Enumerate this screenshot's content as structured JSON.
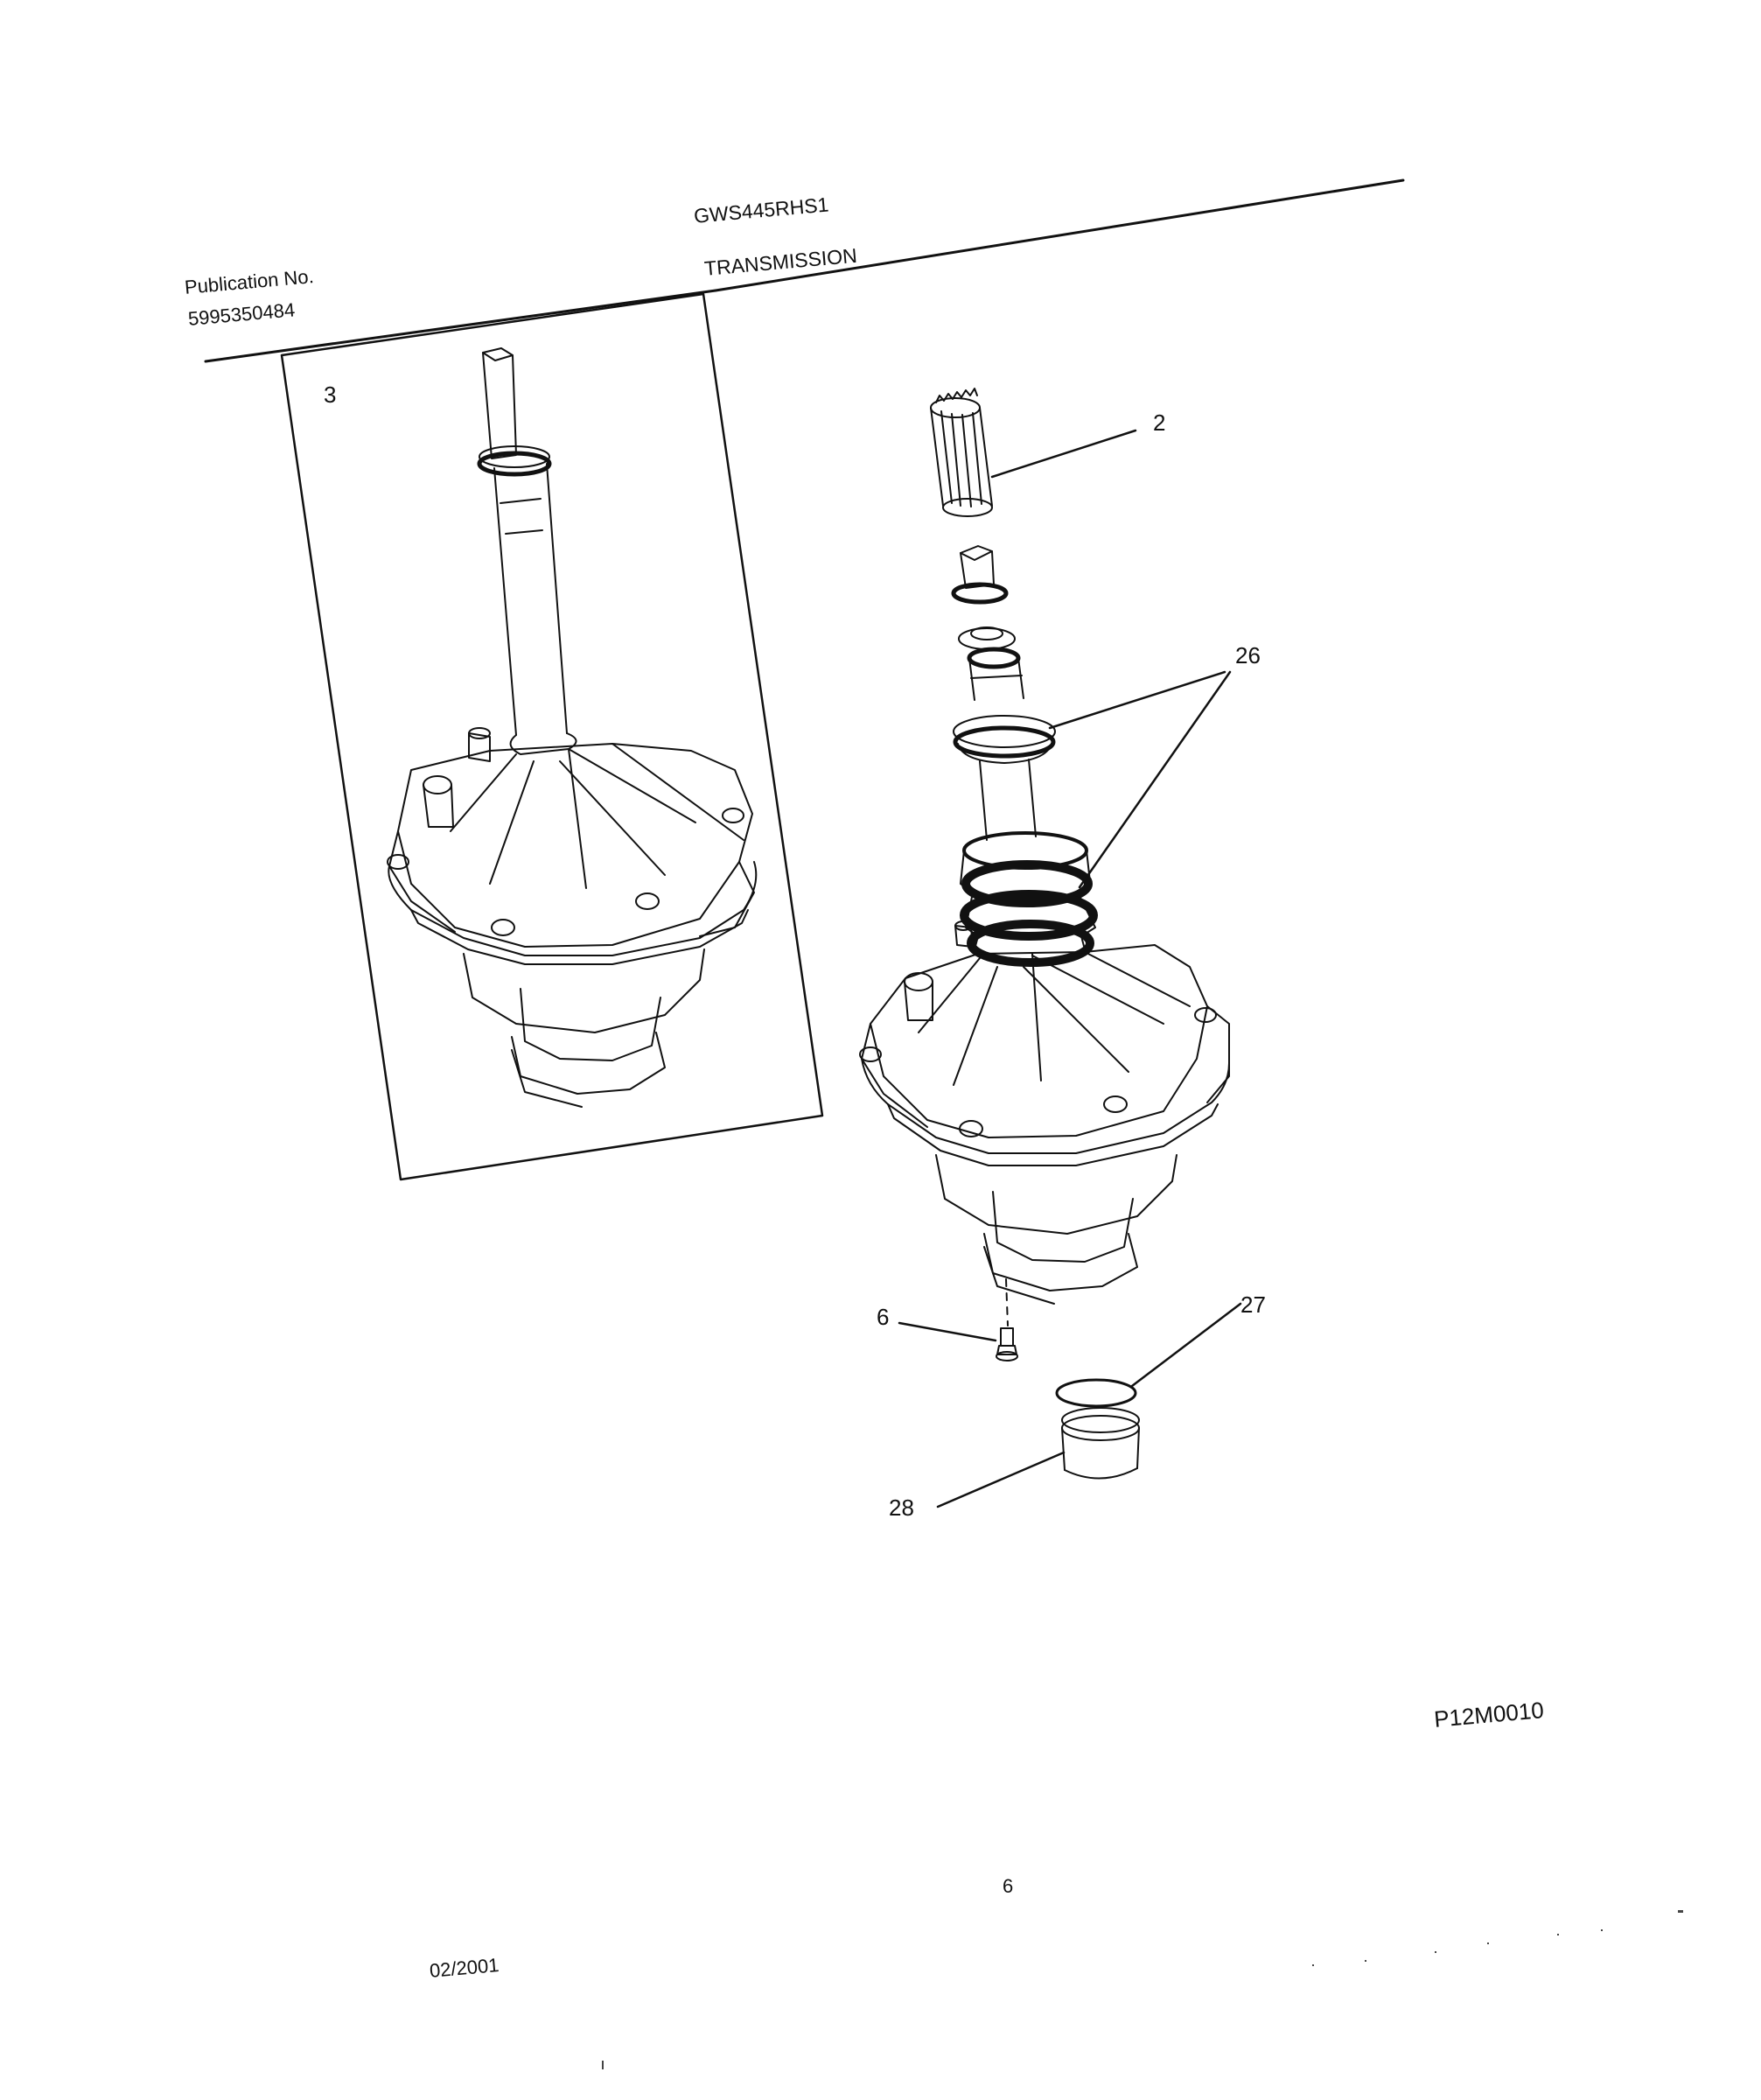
{
  "header": {
    "publication_label": "Publication No.",
    "publication_number": "5995350484",
    "model": "GWS445RHS1",
    "section_title": "TRANSMISSION"
  },
  "callouts": {
    "assembly": "3",
    "splined_coupling": "2",
    "seals": "26",
    "screw": "6",
    "ring": "27",
    "bushing": "28"
  },
  "figure_code": "P12M0010",
  "page_number": "6",
  "date": "02/2001"
}
